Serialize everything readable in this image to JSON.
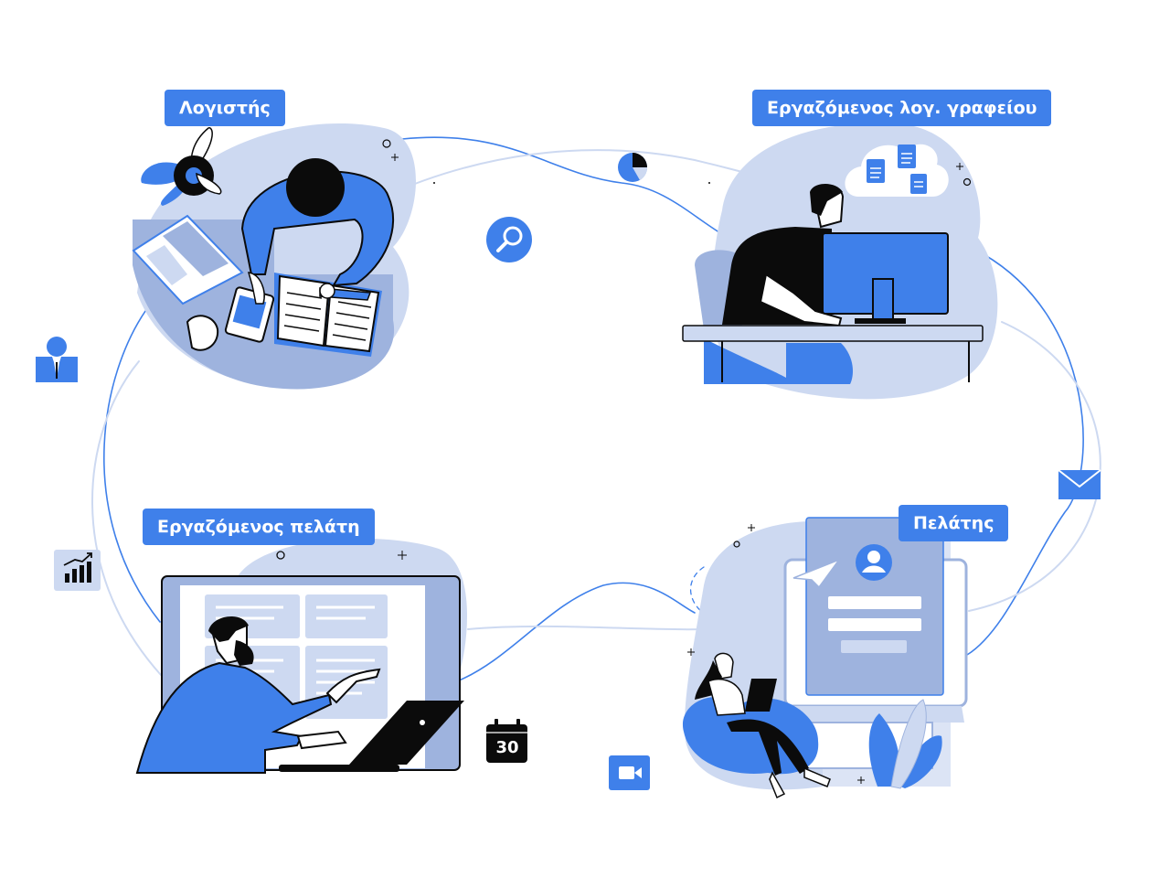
{
  "roles": {
    "accountant": "Λογιστής",
    "office_employee": "Εργαζόμενος λογ. γραφείου",
    "client_employee": "Εργαζόμενος πελάτη",
    "client": "Πελάτης"
  },
  "icons": {
    "calendar_day": "30",
    "flow_icons": [
      "user-icon",
      "pie-chart-icon",
      "search-icon",
      "mail-icon",
      "video-icon",
      "calendar-icon",
      "bar-chart-icon",
      "cloud-documents-icon"
    ]
  },
  "colors": {
    "accent": "#3f80ea",
    "light_blob": "#cdd9f1",
    "mid_blob": "#9eb3de",
    "dark": "#0b0b0b"
  }
}
